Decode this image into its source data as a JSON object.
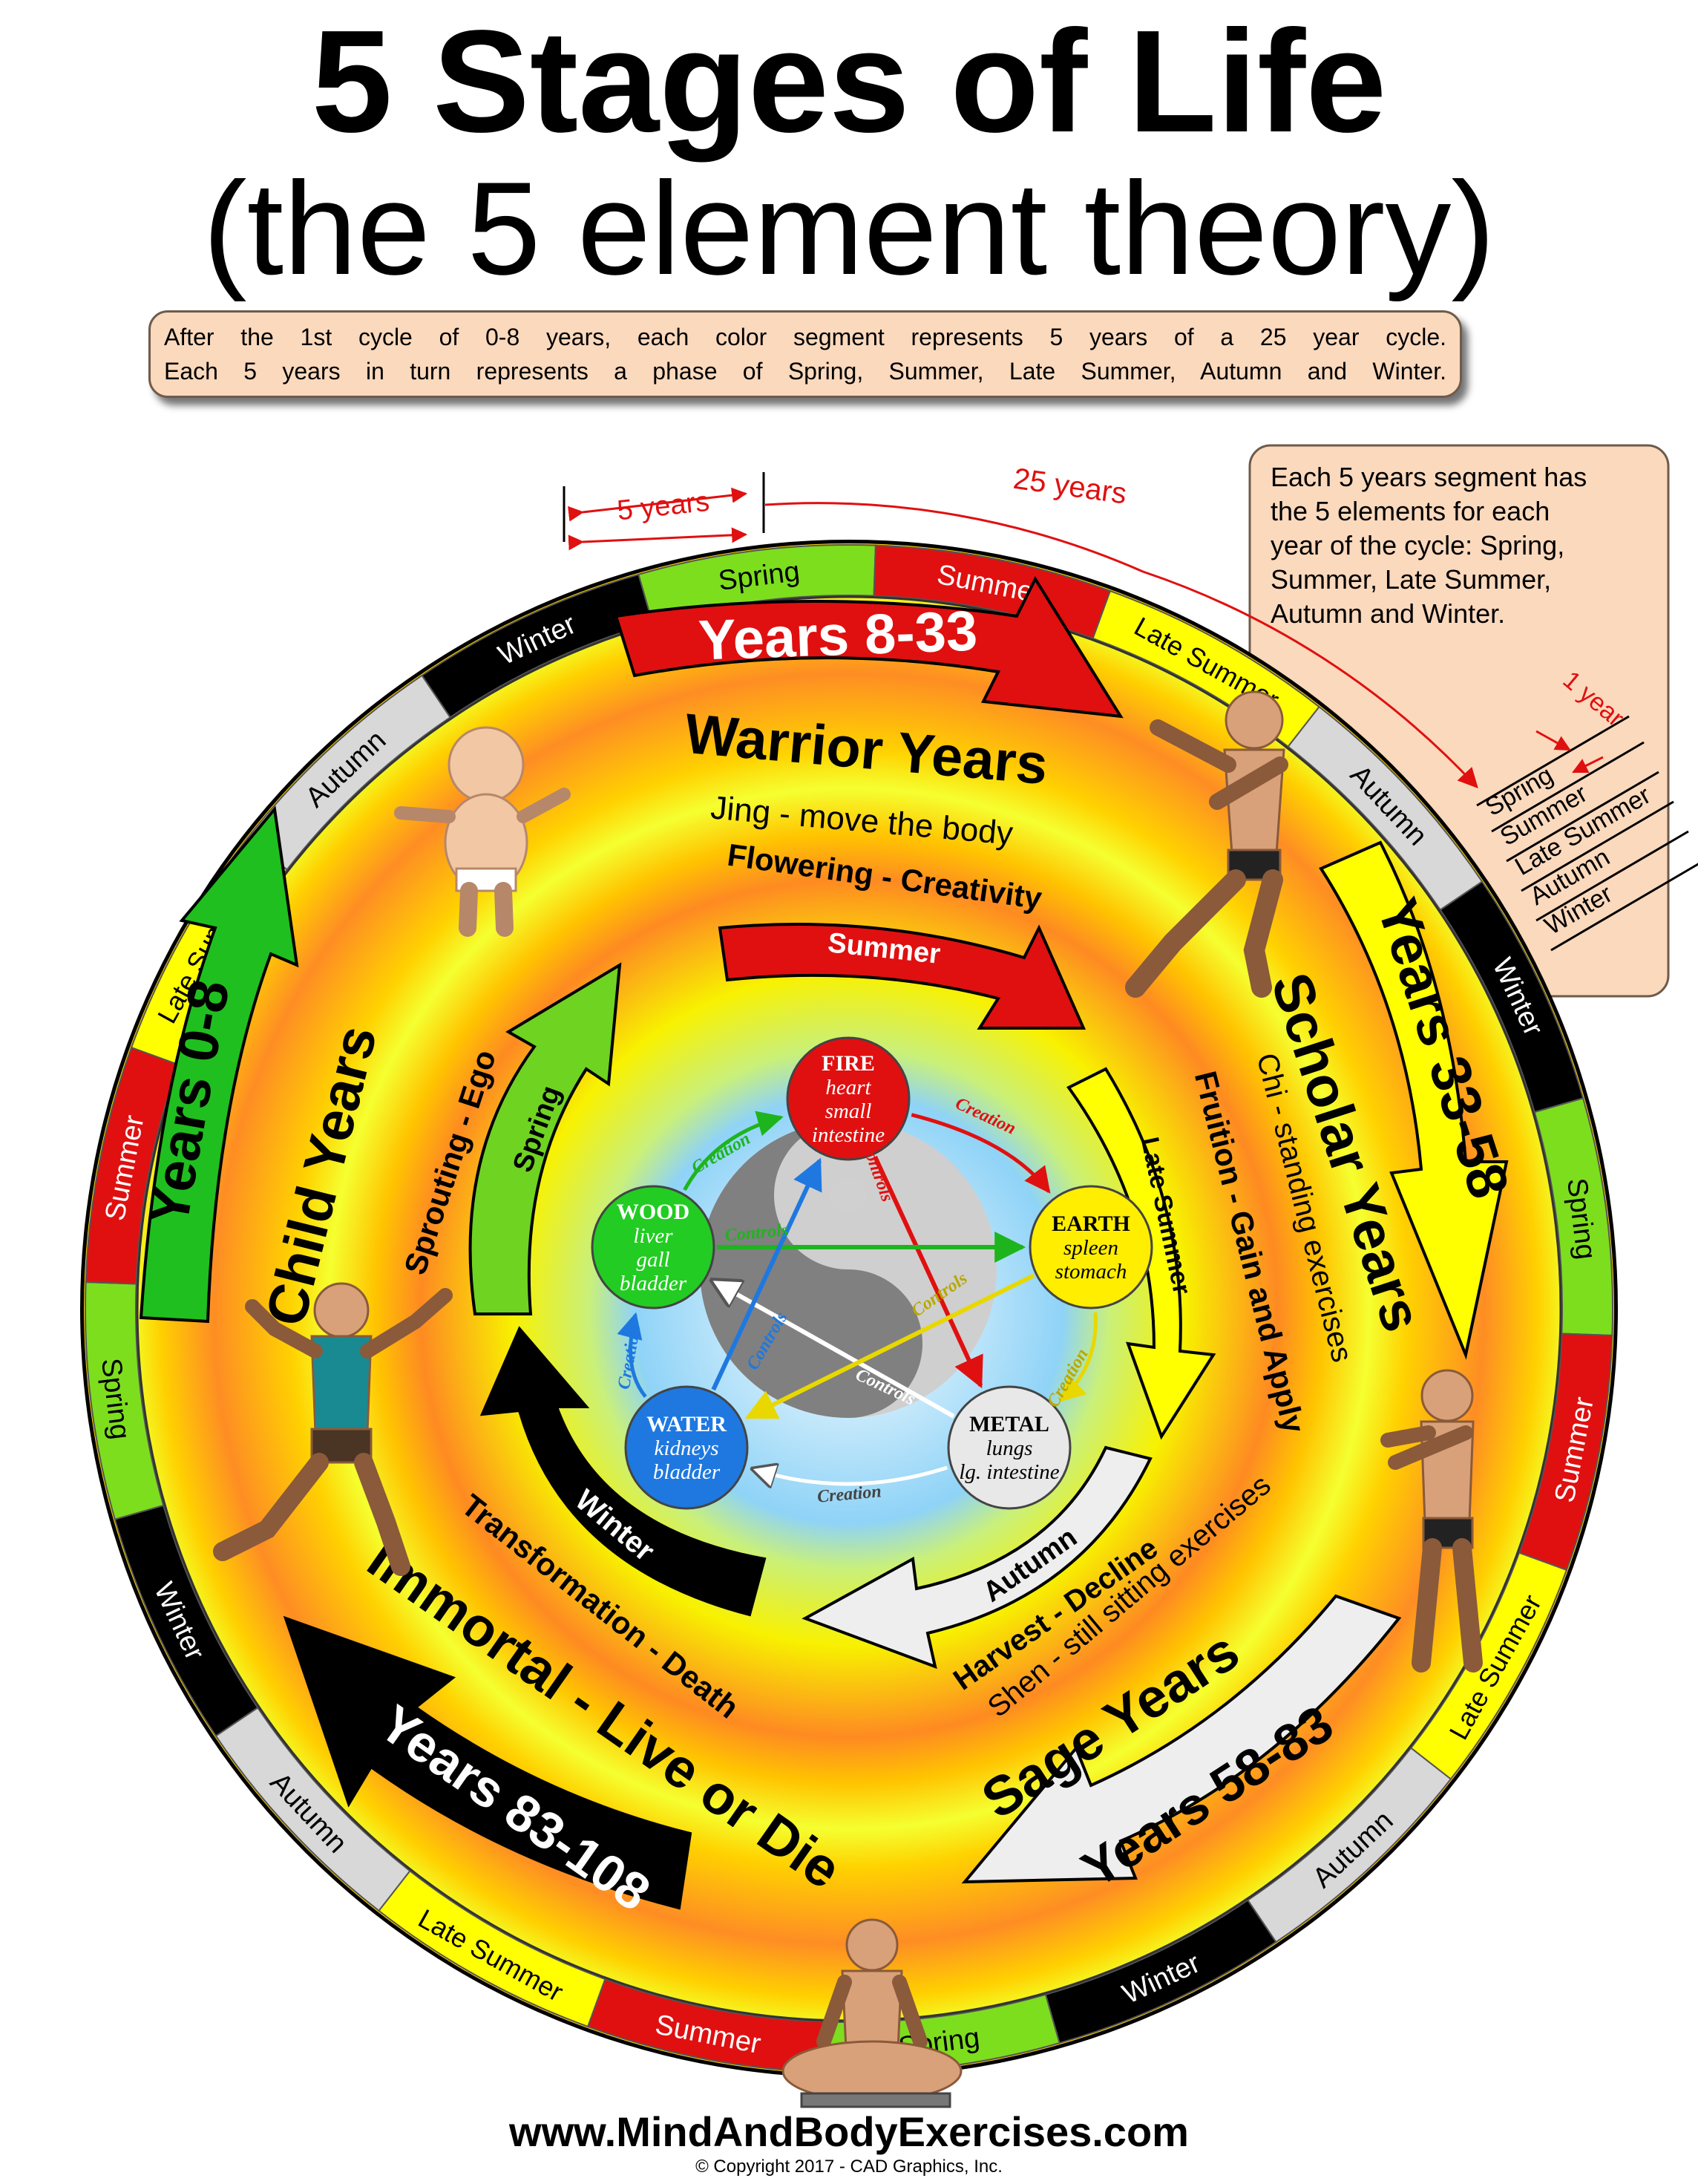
{
  "title_line1": "5 Stages of Life",
  "title_line2": "(the 5 element theory)",
  "intro_line1": "After the 1st cycle of 0-8 years, each color segment represents 5 years of a 25 year cycle.",
  "intro_line2": "Each 5 years in turn represents a phase of Spring, Summer, Late Summer, Autumn and Winter.",
  "callout": {
    "lines": [
      "Each 5 years segment has",
      "the 5 elements for each",
      "year of the cycle: Spring,",
      "Summer, Late Summer,",
      "Autumn and Winter."
    ],
    "label_25": "25 years",
    "label_5": "5 years",
    "label_1": "1 year",
    "year_labels": [
      "Spring",
      "Summer",
      "Late Summer",
      "Autumn",
      "Winter"
    ]
  },
  "ring_cycle": [
    "Spring",
    "Summer",
    "Late Summer",
    "Autumn",
    "Winter"
  ],
  "ring_colors": {
    "Spring": "#7dde1e",
    "Summer": "#e01010",
    "Late Summer": "#ffff00",
    "Autumn": "#d8d8d8",
    "Winter": "#000000"
  },
  "ring_text_colors": {
    "Spring": "#000000",
    "Summer": "#ffffff",
    "Late Summer": "#000000",
    "Autumn": "#000000",
    "Winter": "#ffffff"
  },
  "arrows": {
    "years_8_33": "Years 8-33",
    "years_0_8": "Years 0-8",
    "years_33_58": "Years 33-58",
    "years_58_83": "Years 58-83",
    "years_83_108": "Years 83-108"
  },
  "stages": {
    "warrior": {
      "title": "Warrior Years",
      "line1": "Jing - move the body",
      "line2": "Flowering - Creativity"
    },
    "child": {
      "title": "Child Years",
      "line": "Sprouting - Ego"
    },
    "scholar": {
      "title": "Scholar Years",
      "line1": "Chi - standing exercises",
      "line2": "Fruition - Gain and Apply"
    },
    "sage": {
      "title": "Sage Years",
      "line1": "Shen - still sitting exercises",
      "line2": "Harvest - Decline"
    },
    "immortal": {
      "title": "Immortal - Live or Die",
      "line": "Transformation - Death"
    }
  },
  "season_arrows": {
    "summer": "Summer",
    "spring": "Spring",
    "late_summer": "Late Summer",
    "autumn": "Autumn",
    "winter": "Winter"
  },
  "elements": {
    "fire": {
      "name": "FIRE",
      "organs": [
        "heart",
        "small",
        "intestine"
      ],
      "color": "#e01010"
    },
    "earth": {
      "name": "EARTH",
      "organs": [
        "spleen",
        "stomach"
      ],
      "color": "#ffee00"
    },
    "metal": {
      "name": "METAL",
      "organs": [
        "lungs",
        "lg. intestine"
      ],
      "color": "#e8e8e8"
    },
    "water": {
      "name": "WATER",
      "organs": [
        "kidneys",
        "bladder"
      ],
      "color": "#1e78e0"
    },
    "wood": {
      "name": "WOOD",
      "organs": [
        "liver",
        "gall",
        "bladder"
      ],
      "color": "#22cc22"
    }
  },
  "relations": {
    "creation": "Creation",
    "controls": "Controls"
  },
  "footer_site": "www.MindAndBodyExercises.com",
  "footer_copyright": "© Copyright 2017 - CAD Graphics, Inc."
}
